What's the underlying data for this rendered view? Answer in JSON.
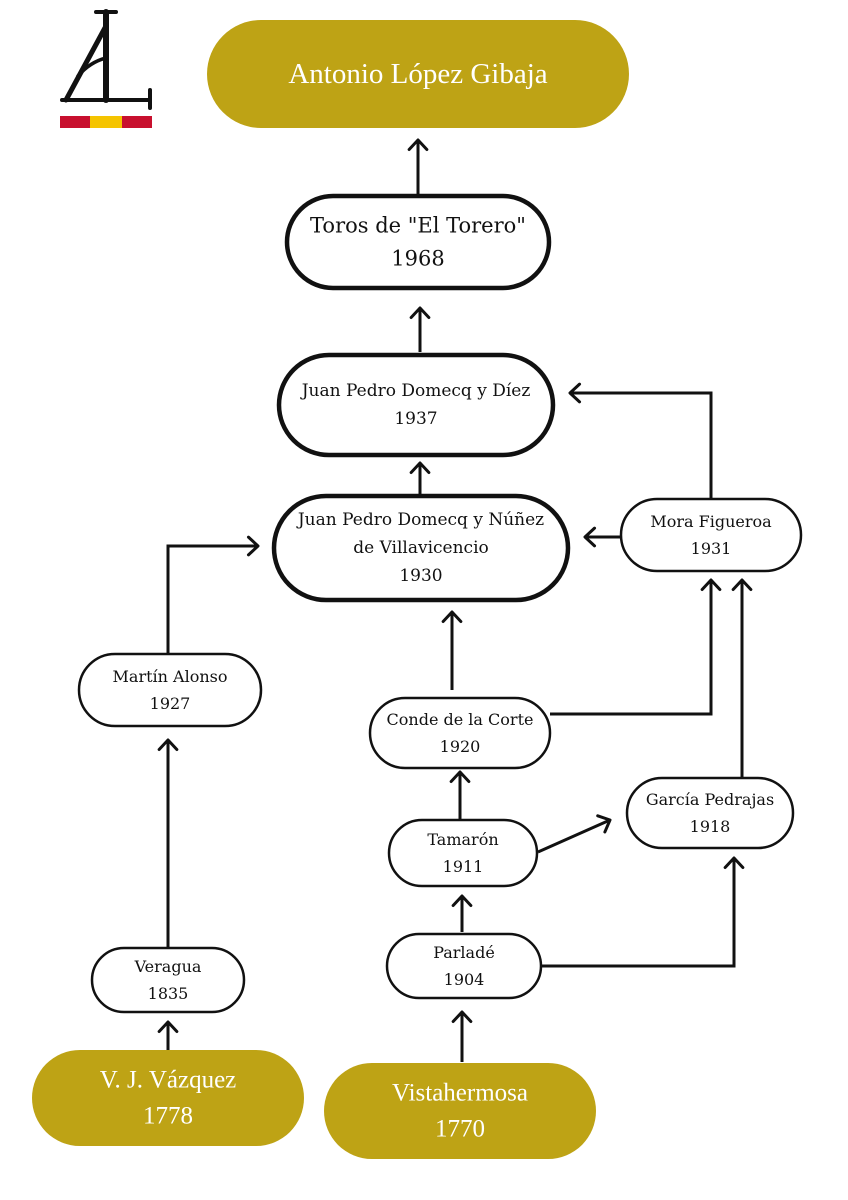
{
  "colors": {
    "gold": "#bea315",
    "ink": "#111111",
    "flag_red": "#c8102e",
    "flag_yellow": "#f5c400"
  },
  "logo": {
    "name": "al-monogram-logo",
    "letters": "AL"
  },
  "nodes": {
    "top": {
      "lines": [
        "Antonio López Gibaja"
      ]
    },
    "toros": {
      "lines": [
        "Toros de \"El Torero\"",
        "1968"
      ]
    },
    "jpd_diez": {
      "lines": [
        "Juan Pedro Domecq y Díez",
        "1937"
      ]
    },
    "jpd_nunez": {
      "lines": [
        "Juan Pedro Domecq y Núñez",
        "de Villavicencio",
        "1930"
      ]
    },
    "mora": {
      "lines": [
        "Mora Figueroa",
        "1931"
      ]
    },
    "martin": {
      "lines": [
        "Martín Alonso",
        "1927"
      ]
    },
    "conde": {
      "lines": [
        "Conde de la Corte",
        "1920"
      ]
    },
    "garcia": {
      "lines": [
        "García Pedrajas",
        "1918"
      ]
    },
    "tamaron": {
      "lines": [
        "Tamarón",
        "1911"
      ]
    },
    "parlade": {
      "lines": [
        "Parladé",
        "1904"
      ]
    },
    "veragua": {
      "lines": [
        "Veragua",
        "1835"
      ]
    },
    "vazquez": {
      "lines": [
        "V. J. Vázquez",
        "1778"
      ]
    },
    "vistahermosa": {
      "lines": [
        "Vistahermosa",
        "1770"
      ]
    }
  },
  "edges": [
    {
      "from": "toros",
      "to": "top"
    },
    {
      "from": "jpd_diez",
      "to": "toros"
    },
    {
      "from": "jpd_nunez",
      "to": "jpd_diez"
    },
    {
      "from": "mora",
      "to": "jpd_diez"
    },
    {
      "from": "mora",
      "to": "jpd_nunez"
    },
    {
      "from": "martin",
      "to": "jpd_nunez"
    },
    {
      "from": "conde",
      "to": "jpd_nunez"
    },
    {
      "from": "conde",
      "to": "mora"
    },
    {
      "from": "garcia",
      "to": "mora"
    },
    {
      "from": "tamaron",
      "to": "conde"
    },
    {
      "from": "tamaron",
      "to": "garcia"
    },
    {
      "from": "parlade",
      "to": "tamaron"
    },
    {
      "from": "parlade",
      "to": "garcia"
    },
    {
      "from": "veragua",
      "to": "martin"
    },
    {
      "from": "vazquez",
      "to": "veragua"
    },
    {
      "from": "vistahermosa",
      "to": "parlade"
    }
  ]
}
